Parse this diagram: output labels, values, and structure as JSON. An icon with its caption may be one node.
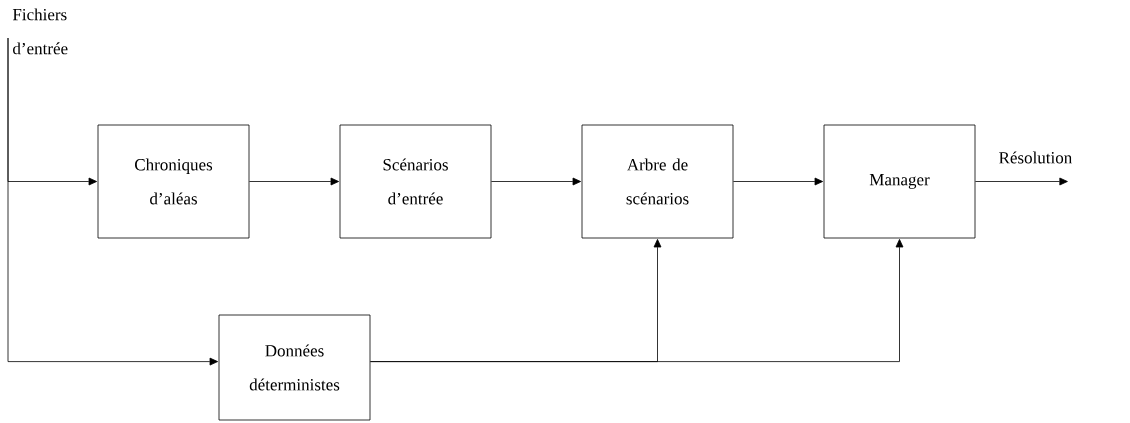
{
  "diagram": {
    "nodes": [
      {
        "text": [
          "Fichiers d’entrée"
        ]
      },
      {
        "text": [
          "Chroniques d’aléas"
        ]
      },
      {
        "text": [
          "Scénarios d’entrée"
        ]
      },
      {
        "text": [
          "Arbre de scénarios"
        ]
      },
      {
        "text": [
          "Manager"
        ]
      },
      {
        "text": [
          "Données déterministes"
        ]
      }
    ],
    "edges": [
      {
        "from": 0,
        "to": 1,
        "arrow": "to"
      },
      {
        "from": 0,
        "to": 5,
        "arrow": "to"
      },
      {
        "from": 1,
        "to": 2,
        "arrow": "to"
      },
      {
        "from": 2,
        "to": 3,
        "arrow": "to"
      },
      {
        "from": 3,
        "to": 4,
        "arrow": "to"
      },
      {
        "from": 4,
        "to": null,
        "arrow": "to",
        "label": "Résolution"
      },
      {
        "from": 5,
        "to": 3,
        "arrow": "to"
      },
      {
        "from": 5,
        "to": 4,
        "arrow": "to"
      }
    ]
  }
}
